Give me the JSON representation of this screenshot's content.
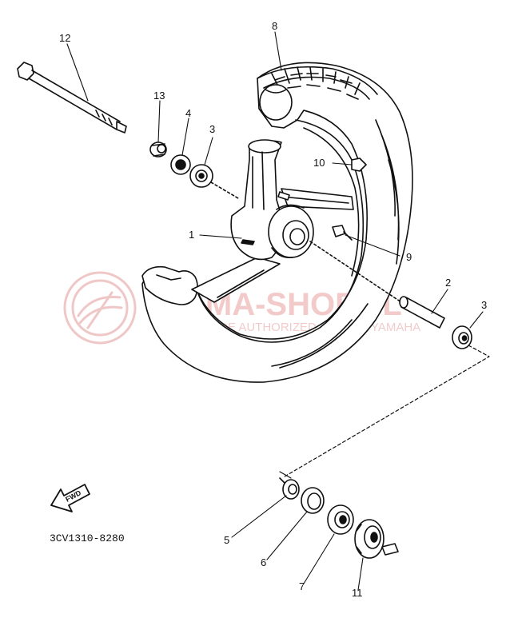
{
  "callouts": [
    {
      "id": "1",
      "label": "1"
    },
    {
      "id": "2",
      "label": "2"
    },
    {
      "id": "3a",
      "label": "3"
    },
    {
      "id": "3b",
      "label": "3"
    },
    {
      "id": "4",
      "label": "4"
    },
    {
      "id": "5",
      "label": "5"
    },
    {
      "id": "6",
      "label": "6"
    },
    {
      "id": "7",
      "label": "7"
    },
    {
      "id": "8",
      "label": "8"
    },
    {
      "id": "9",
      "label": "9"
    },
    {
      "id": "10",
      "label": "10"
    },
    {
      "id": "11",
      "label": "11"
    },
    {
      "id": "12",
      "label": "12"
    },
    {
      "id": "13",
      "label": "13"
    }
  ],
  "fwd_label": "FWD",
  "ref_code": "3CV1310-8280",
  "watermark": {
    "title": "YAMA-SHOP.PL",
    "subtitle": "WORLDWIDE AUTHORIZED DEALER YAMAHA",
    "color": "#e8a0a0"
  },
  "colors": {
    "line": "#111111",
    "background": "#ffffff"
  }
}
